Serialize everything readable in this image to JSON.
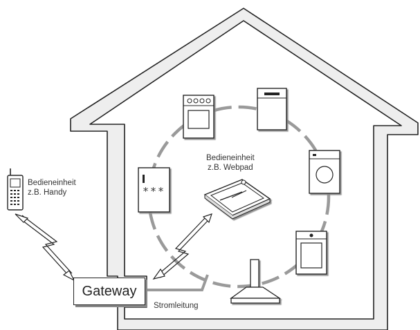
{
  "gateway": {
    "label": "Gateway"
  },
  "handy": {
    "line1": "Bedieneinheit",
    "line2": "z.B. Handy"
  },
  "webpad": {
    "line1": "Bedieneinheit",
    "line2": "z.B. Webpad"
  },
  "powerline": {
    "label": "Stromleitung"
  },
  "fridge": {
    "display": "***"
  },
  "colors": {
    "stroke": "#222222",
    "wall_fill": "#eeeeee",
    "ring": "#9a9a9a",
    "shadow": "#888888"
  }
}
